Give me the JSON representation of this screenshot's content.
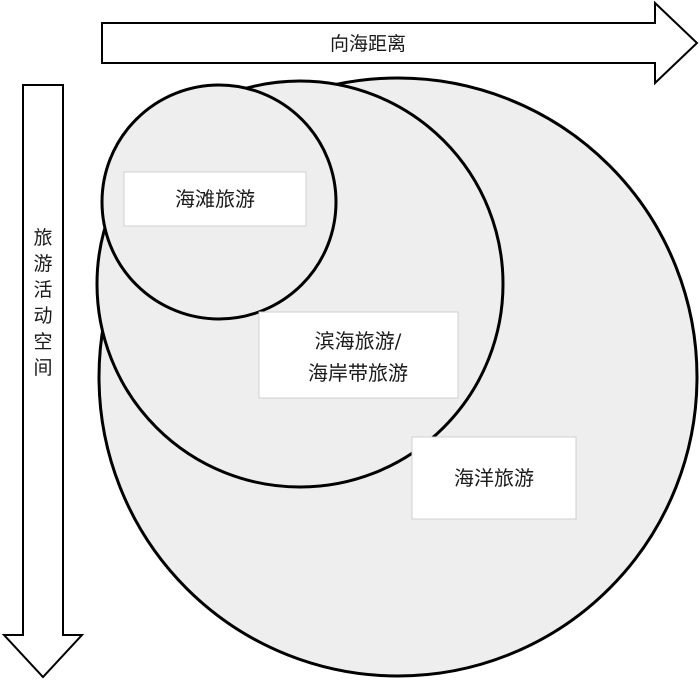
{
  "colors": {
    "circle_fill": "#eeeeee",
    "stroke": "#000000",
    "label_box": "#ffffff"
  },
  "arrows": {
    "horizontal": {
      "direction": "right",
      "label": "向海距离"
    },
    "vertical": {
      "direction": "down",
      "label_chars": [
        "旅",
        "游",
        "活",
        "动",
        "空",
        "间"
      ]
    }
  },
  "circles": [
    {
      "name": "ocean",
      "label_lines": [
        "海洋旅游"
      ]
    },
    {
      "name": "coastal",
      "label_lines": [
        "滨海旅游/",
        "海岸带旅游"
      ]
    },
    {
      "name": "beach",
      "label_lines": [
        "海滩旅游"
      ]
    }
  ]
}
